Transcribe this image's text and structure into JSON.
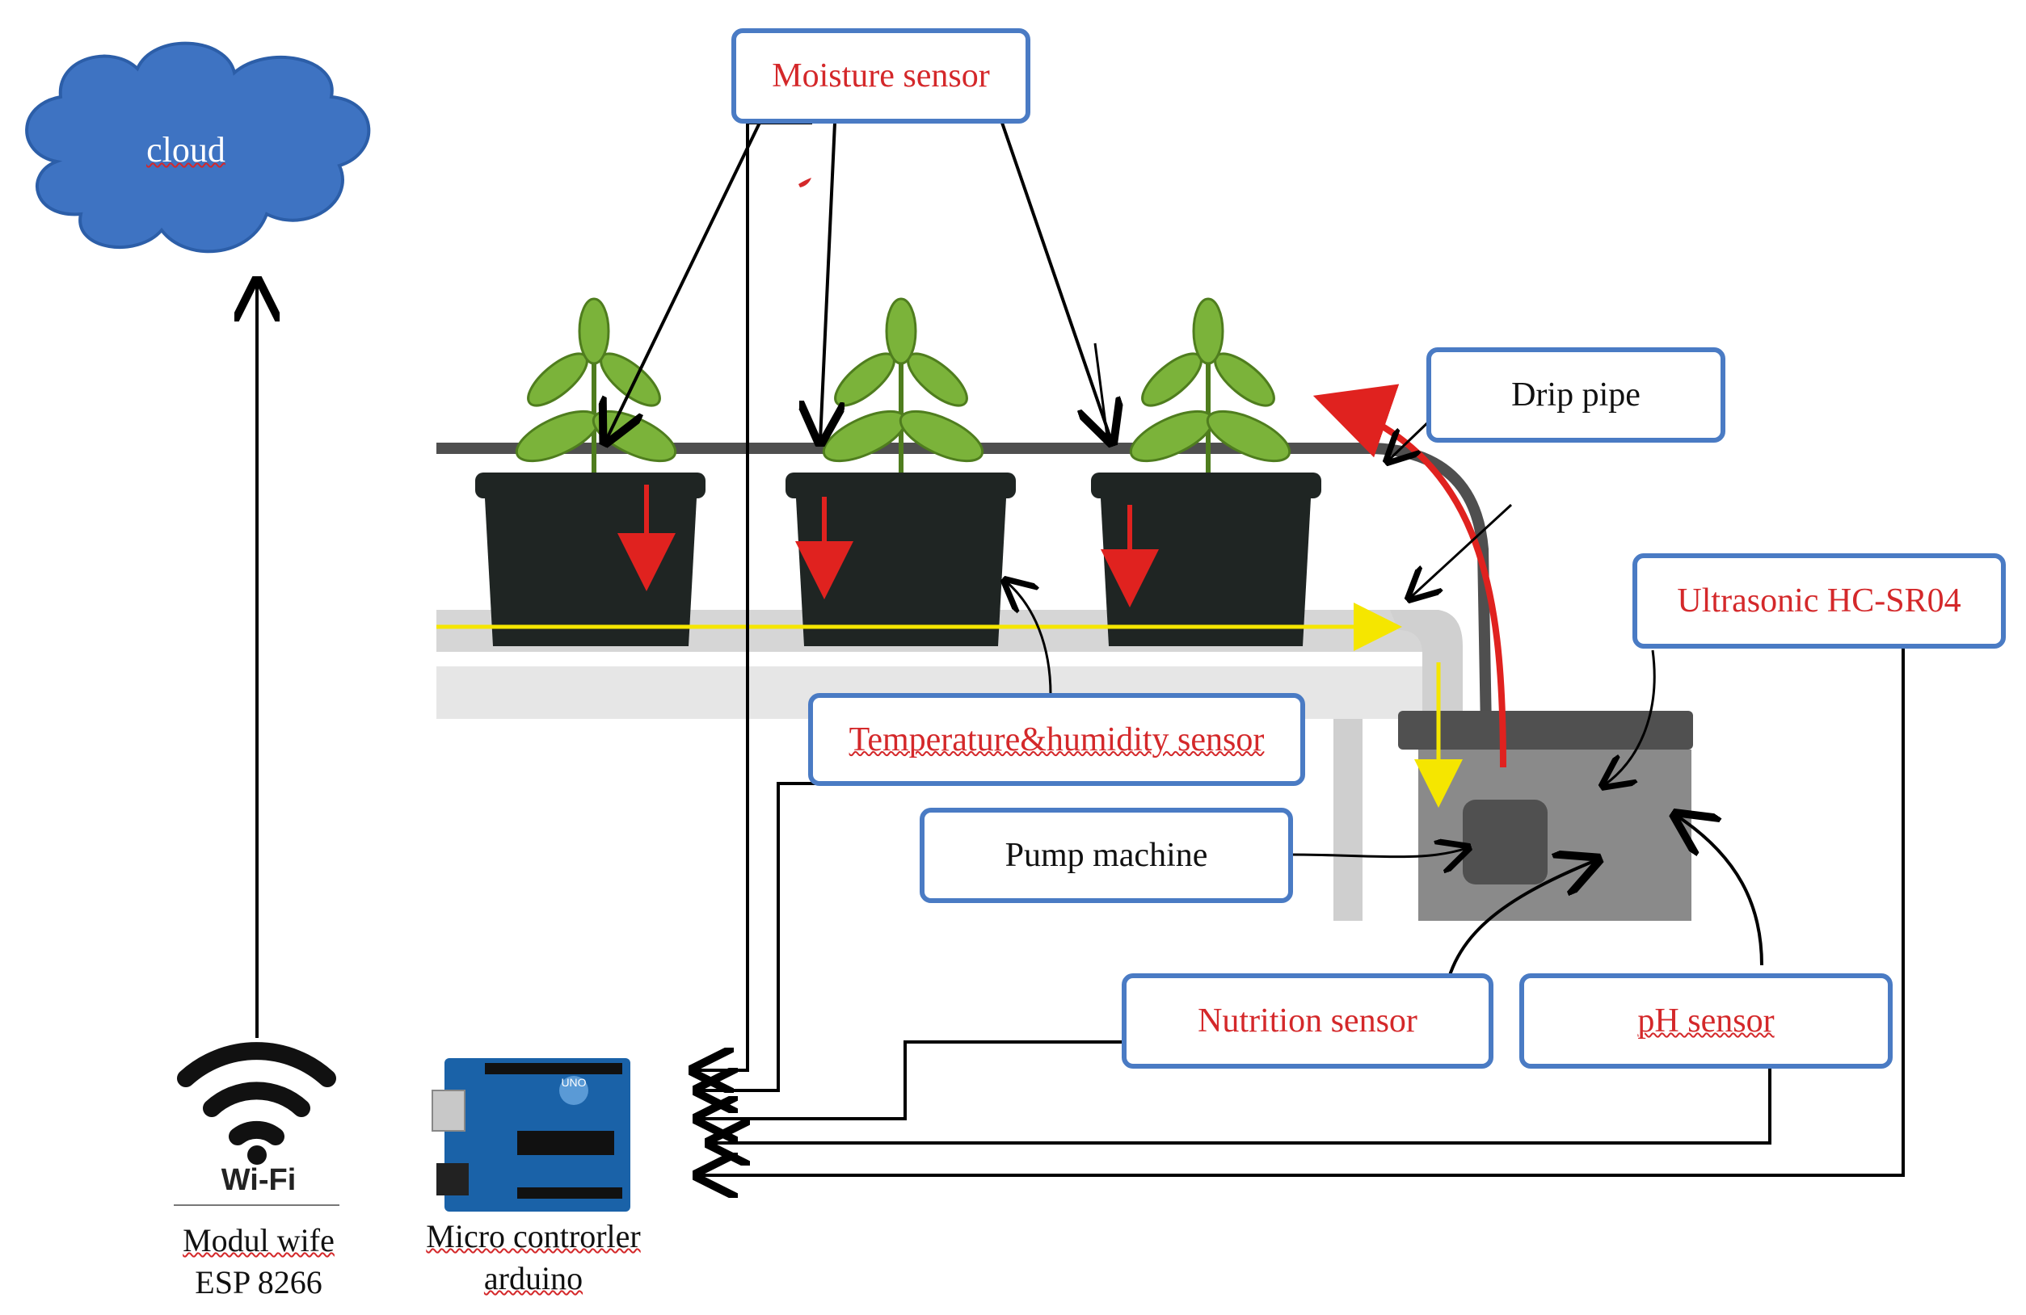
{
  "nodes": {
    "cloud": {
      "label": "cloud"
    },
    "moisture_sensor": {
      "label": "Moisture sensor"
    },
    "drip_pipe": {
      "label": "Drip pipe"
    },
    "ultrasonic": {
      "label": "Ultrasonic HC-SR04"
    },
    "temp_humidity": {
      "label": "Temperature&humidity  sensor"
    },
    "pump": {
      "label": "Pump machine"
    },
    "nutrition": {
      "label": "Nutrition sensor"
    },
    "ph": {
      "label": "pH sensor"
    },
    "wifi": {
      "logo_text": "Wi-Fi",
      "caption_line1": "Modul wife",
      "caption_line2": "ESP 8266"
    },
    "arduino": {
      "board_text": "UNO",
      "caption_line1": "Micro controrler",
      "caption_line2": "arduino"
    }
  },
  "edges": [
    {
      "from": "wifi",
      "to": "cloud"
    },
    {
      "from": "moisture_sensor",
      "to": "pot_1"
    },
    {
      "from": "moisture_sensor",
      "to": "pot_2"
    },
    {
      "from": "moisture_sensor",
      "to": "pot_3"
    },
    {
      "from": "moisture_sensor",
      "to": "arduino"
    },
    {
      "from": "temp_humidity",
      "to": "arduino"
    },
    {
      "from": "nutrition",
      "to": "arduino"
    },
    {
      "from": "ph",
      "to": "arduino"
    },
    {
      "from": "ultrasonic",
      "to": "arduino"
    },
    {
      "from": "pump",
      "to": "pump_unit"
    },
    {
      "from": "drip_pipe",
      "to": "pipe"
    },
    {
      "from": "ultrasonic",
      "to": "tank"
    },
    {
      "from": "nutrition",
      "to": "tank"
    },
    {
      "from": "ph",
      "to": "tank"
    }
  ],
  "colors": {
    "label_border": "#4a7bc4",
    "red_text": "#d4282a",
    "cloud_fill": "#3e73c2",
    "pot": "#1f2523",
    "tank": "#8a8a8a",
    "water_flow": "#f5e600",
    "drip_flow": "#e0221f"
  }
}
